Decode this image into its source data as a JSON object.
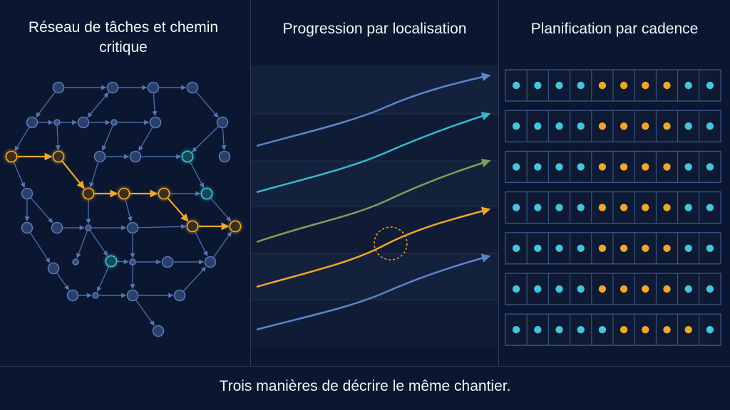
{
  "panels": {
    "network": {
      "title": "Réseau de tâches et chemin critique"
    },
    "location": {
      "title": "Progression par localisation"
    },
    "cadence": {
      "title": "Planification par cadence"
    }
  },
  "caption": "Trois manières de décrire le même chantier.",
  "colors": {
    "background": "#0b1730",
    "node_default": "#3c5588",
    "critical_path": "#f1a92a",
    "highlight_node": "#3fc3d6",
    "cadence_blue": "#45c4dd",
    "cadence_orange": "#f0a52b",
    "line_blue": "#5b86c9",
    "line_cyan": "#3ab7d1",
    "line_green": "#7da05a",
    "line_orange": "#f0a52b"
  },
  "cadence_grid": {
    "rows": [
      [
        "b",
        "b",
        "b",
        "b",
        "o",
        "o",
        "o",
        "o",
        "b",
        "b"
      ],
      [
        "b",
        "b",
        "b",
        "b",
        "o",
        "o",
        "o",
        "o",
        "b",
        "b"
      ],
      [
        "b",
        "b",
        "b",
        "b",
        "o",
        "o",
        "o",
        "o",
        "b",
        "b"
      ],
      [
        "b",
        "b",
        "b",
        "b",
        "o",
        "o",
        "o",
        "o",
        "b",
        "b"
      ],
      [
        "b",
        "b",
        "b",
        "b",
        "o",
        "o",
        "o",
        "o",
        "b",
        "b"
      ],
      [
        "b",
        "b",
        "b",
        "b",
        "o",
        "o",
        "o",
        "o",
        "b",
        "b"
      ],
      [
        "b",
        "b",
        "b",
        "b",
        "b",
        "o",
        "o",
        "o",
        "o",
        "b"
      ]
    ]
  }
}
